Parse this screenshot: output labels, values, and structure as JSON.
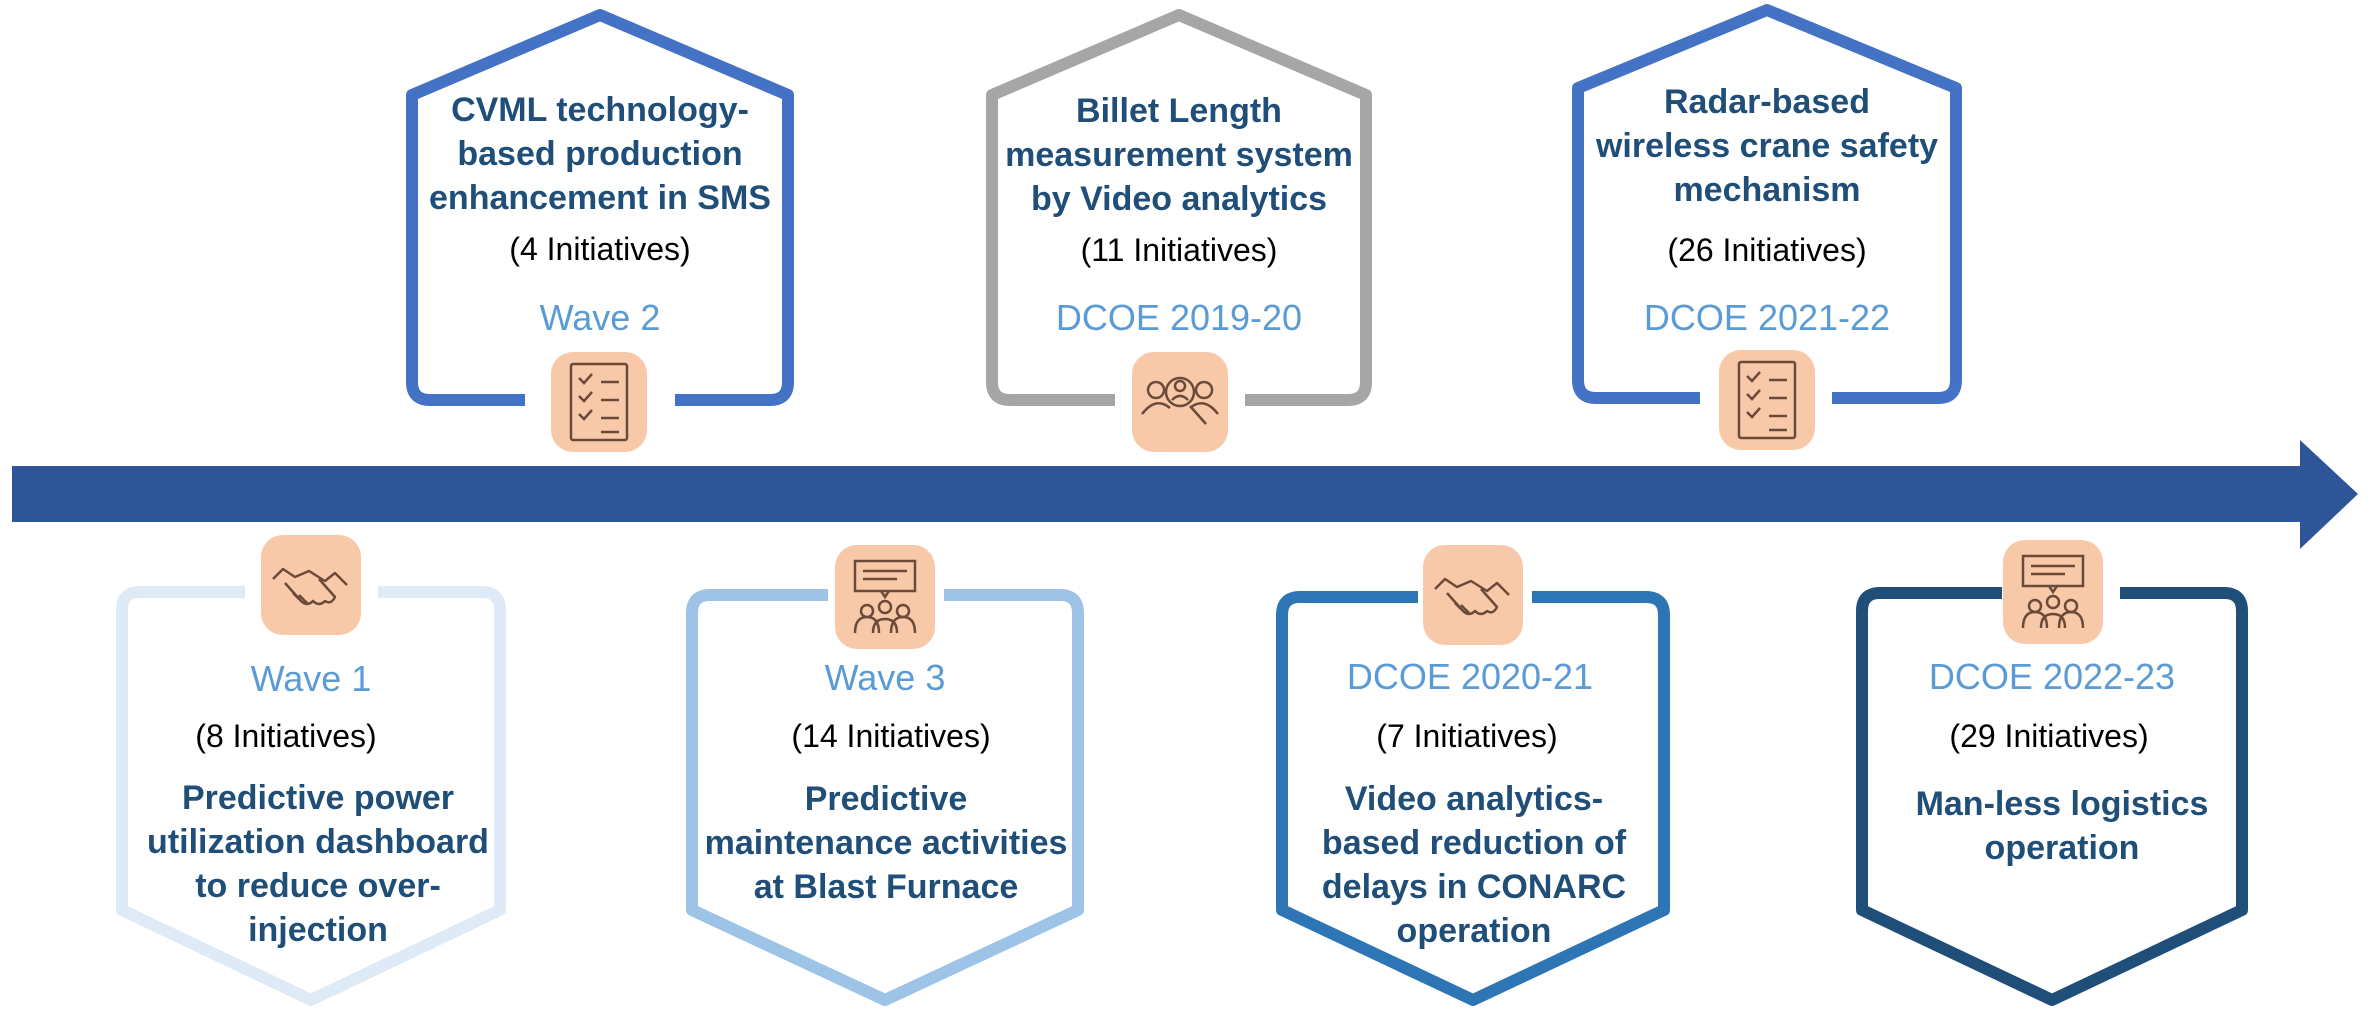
{
  "colors": {
    "timeline_arrow": "#2e5597",
    "icon_bg": "#f8c9a8",
    "icon_stroke": "#6b4a3a",
    "title_text": "#1f4e79",
    "wave_text": "#5b9bd5",
    "count_text": "#000000"
  },
  "milestones": [
    {
      "id": "wave-2",
      "position": "top",
      "title_lines": [
        "CVML technology-",
        "based production",
        "enhancement in SMS"
      ],
      "count": "(4 Initiatives)",
      "wave": "Wave 2",
      "icon": "checklist-icon",
      "border_color": "#4472c4"
    },
    {
      "id": "dcoe-2019-20",
      "position": "top",
      "title_lines": [
        "Billet Length",
        "measurement system",
        "by Video analytics"
      ],
      "count": "(11 Initiatives)",
      "wave": "DCOE 2019-20",
      "icon": "people-search-icon",
      "border_color": "#a6a6a6"
    },
    {
      "id": "dcoe-2021-22",
      "position": "top",
      "title_lines": [
        "Radar-based",
        "wireless crane safety",
        "mechanism"
      ],
      "count": "(26 Initiatives)",
      "wave": "DCOE 2021-22",
      "icon": "checklist-icon",
      "border_color": "#4472c4"
    },
    {
      "id": "wave-1",
      "position": "bottom",
      "title_lines": [
        "Predictive power",
        "utilization dashboard",
        "to reduce over-",
        "injection"
      ],
      "count": "(8 Initiatives)",
      "wave": "Wave 1",
      "icon": "handshake-icon",
      "border_color": "#deebf7"
    },
    {
      "id": "wave-3",
      "position": "bottom",
      "title_lines": [
        "Predictive",
        "maintenance activities",
        "at Blast Furnace"
      ],
      "count": "(14 Initiatives)",
      "wave": "Wave 3",
      "icon": "presentation-icon",
      "border_color": "#9dc3e6"
    },
    {
      "id": "dcoe-2020-21",
      "position": "bottom",
      "title_lines": [
        "Video analytics-",
        "based reduction of",
        "delays in CONARC",
        "operation"
      ],
      "count": "(7 Initiatives)",
      "wave": "DCOE 2020-21",
      "icon": "handshake-icon",
      "border_color": "#2e75b6"
    },
    {
      "id": "dcoe-2022-23",
      "position": "bottom",
      "title_lines": [
        "Man-less logistics",
        "operation"
      ],
      "count": "(29 Initiatives)",
      "wave": "DCOE 2022-23",
      "icon": "presentation-icon",
      "border_color": "#1f4e79"
    }
  ]
}
